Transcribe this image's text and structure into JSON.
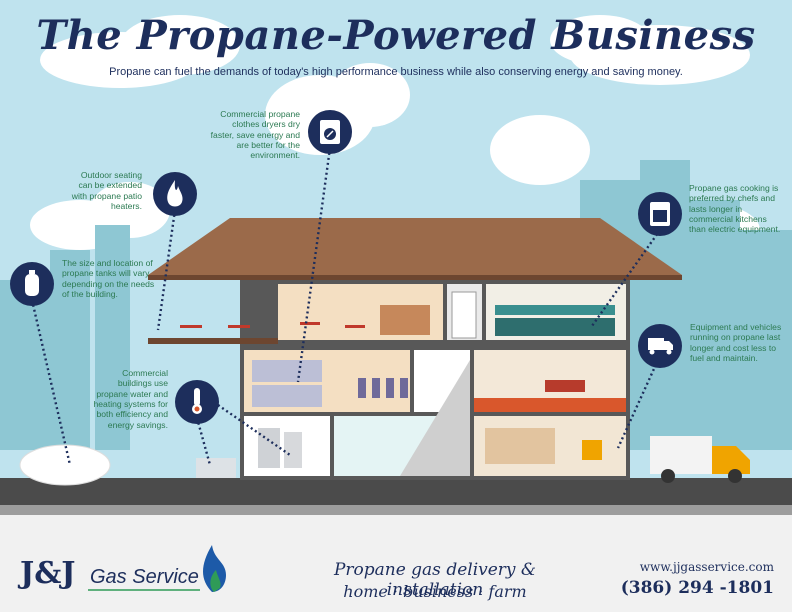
{
  "header": {
    "title": "The Propane-Powered Business",
    "subtitle": "Propane can fuel the demands of today's high performance business while also conserving energy and saving money."
  },
  "callouts": {
    "dryers": "Commercial propane clothes dryers dry faster, save energy and are better for the environment.",
    "patio": "Outdoor seating can be extended with propane patio heaters.",
    "tanks": "The size and location of propane tanks will vary depending on the needs of the building.",
    "cooking": "Propane gas cooking is preferred by chefs and lasts longer in commercial kitchens than electric equipment.",
    "vehicles": "Equipment and vehicles running on propane last longer and cost less to fuel and maintain.",
    "heating": "Commercial buildings use propane water and heating systems for both efficiency and energy savings."
  },
  "footer": {
    "brand_initials": "J&J",
    "brand_name": "Gas Service",
    "tagline_1": "Propane gas delivery & installation",
    "tagline_2": "home · business · farm",
    "website": "www.jjgasservice.com",
    "phone": "(386) 294 -1801"
  },
  "colors": {
    "sky": "#bfe3ee",
    "navy": "#1d2e5c",
    "green_text": "#2c7a52",
    "roof": "#9b6a4a",
    "ground": "#4b4b4b"
  },
  "icons": [
    "washing-machine-icon",
    "flame-icon",
    "propane-tank-icon",
    "stove-icon",
    "truck-icon",
    "thermometer-icon",
    "gas-flame-logo-icon"
  ]
}
